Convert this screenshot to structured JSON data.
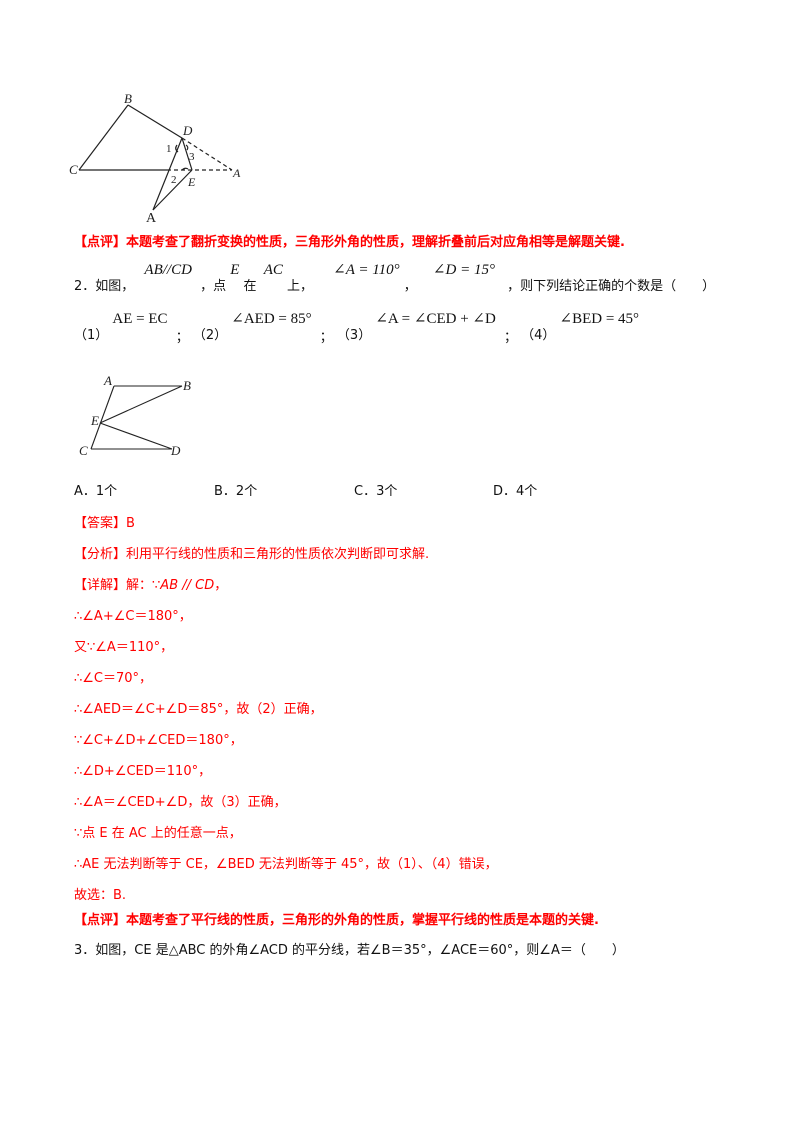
{
  "figure1": {
    "labels": {
      "B": "B",
      "D": "D",
      "C": "C",
      "A_bottom": "A",
      "E": "E",
      "A_right": "A",
      "angle1": "1",
      "angle2": "2",
      "angle3": "3"
    }
  },
  "review1": {
    "tag": "【点评】",
    "text": "本题考查了翻折变换的性质，三角形外角的性质，理解折叠前后对应角相等是解题关键."
  },
  "q2": {
    "number": "2．如图，",
    "cond1": "AB//CD",
    "sep1": "，点",
    "point": "E",
    "on": "在",
    "segment": "AC",
    "upon": "上，",
    "cond2": "∠A = 110°",
    "sep2": "，",
    "cond3": "∠D = 15°",
    "tail": "，则下列结论正确的个数是（　　）",
    "statements": [
      {
        "label": "（1）",
        "expr": "AE = EC",
        "sep": "；"
      },
      {
        "label": "（2）",
        "expr": "∠AED = 85°",
        "sep": "；"
      },
      {
        "label": "（3）",
        "expr": "∠A = ∠CED + ∠D",
        "sep": "；"
      },
      {
        "label": "（4）",
        "expr": "∠BED = 45°",
        "sep": ""
      }
    ],
    "figure_labels": {
      "A": "A",
      "B": "B",
      "E": "E",
      "C": "C",
      "D": "D"
    },
    "options": [
      {
        "key": "A．",
        "text": "1个"
      },
      {
        "key": "B．",
        "text": "2个"
      },
      {
        "key": "C．",
        "text": "3个"
      },
      {
        "key": "D．",
        "text": "4个"
      }
    ]
  },
  "solution": {
    "answer_tag": "【答案】",
    "answer": "B",
    "analysis_tag": "【分析】",
    "analysis": "利用平行线的性质和三角形的性质依次判断即可求解.",
    "detail_tag": "【详解】",
    "detail_intro": "解：∵",
    "detail_first": "AB // CD",
    "detail_first_end": "，",
    "steps": [
      "∴∠A+∠C＝180°，",
      "又∵∠A＝110°，",
      "∴∠C＝70°，",
      "∴∠AED＝∠C+∠D＝85°，故（2）正确，",
      "∵∠C+∠D+∠CED＝180°，",
      "∴∠D+∠CED＝110°，",
      "∴∠A＝∠CED+∠D，故（3）正确，",
      "∵点 E 在 AC 上的任意一点，",
      "∴AE 无法判断等于 CE，∠BED 无法判断等于 45°，故（1）、（4）错误，",
      "故选：B."
    ],
    "review_tag": "【点评】",
    "review": "本题考查了平行线的性质，三角形的外角的性质，掌握平行线的性质是本题的关键."
  },
  "q3": {
    "text": "3．如图，CE 是△ABC 的外角∠ACD 的平分线，若∠B＝35°，∠ACE＝60°，则∠A＝（　　）"
  },
  "colors": {
    "answer_red": "#ff0000",
    "text": "#111111"
  }
}
